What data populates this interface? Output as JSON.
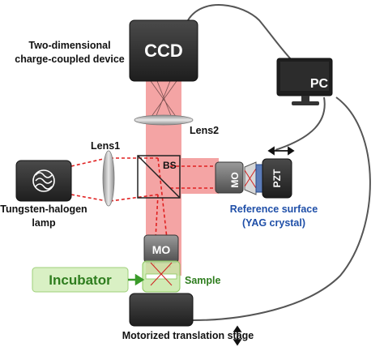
{
  "labels": {
    "ccd_caption_1": "Two-dimensional",
    "ccd_caption_2": "charge-coupled device",
    "ccd_box": "CCD",
    "pc": "PC",
    "lens2": "Lens2",
    "lens1": "Lens1",
    "bs": "BS",
    "mo_ref": "MO",
    "pzt": "PZT",
    "reference_1": "Reference surface",
    "reference_2": "(YAG crystal)",
    "lamp_1": "Tungsten-halogen",
    "lamp_2": "lamp",
    "mo_sample": "MO",
    "incubator": "Incubator",
    "sample": "Sample",
    "stage": "Motorized translation stage"
  },
  "colors": {
    "beam": "#f4a4a4",
    "beam_dashed": "#e02020",
    "device": "#333333",
    "incubator_fill": "#d9f0c4",
    "incubator_text": "#2e7d1e",
    "reference_text": "#1f4fa8"
  },
  "icons": [
    "lamp-icon",
    "monitor-icon",
    "double-arrow-icon"
  ]
}
